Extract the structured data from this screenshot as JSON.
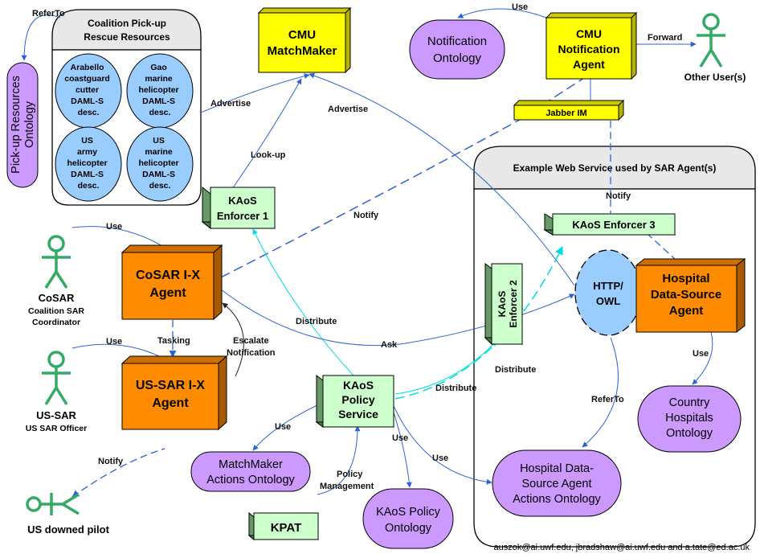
{
  "coalition_panel": {
    "title_line1": "Coalition Pick-up",
    "title_line2": "Rescue Resources",
    "resources": [
      {
        "lines": [
          "Arabello",
          "coastguard",
          "cutter",
          "DAML-S",
          "desc."
        ]
      },
      {
        "lines": [
          "Gao",
          "marine",
          "helicopter",
          "DAML-S",
          "desc."
        ]
      },
      {
        "lines": [
          "US",
          "army",
          "helicopter",
          "DAML-S",
          "desc."
        ]
      },
      {
        "lines": [
          "US",
          "marine",
          "helicopter",
          "DAML-S",
          "desc."
        ]
      }
    ]
  },
  "pickup_ontology": {
    "line1": "Pick-up Resources",
    "line2": "Ontology"
  },
  "matchmaker": {
    "line1": "CMU",
    "line2": "MatchMaker"
  },
  "notification_ontology": {
    "line1": "Notification",
    "line2": "Ontology"
  },
  "notification_agent": {
    "line1": "CMU",
    "line2": "Notification",
    "line3": "Agent"
  },
  "other_users": {
    "label": "Other User(s)"
  },
  "jabber": {
    "label": "Jabber IM"
  },
  "web_service_panel": {
    "title": "Example Web Service used by SAR Agent(s)"
  },
  "kaos_enforcer1": {
    "line1": "KAoS",
    "line2": "Enforcer 1"
  },
  "kaos_enforcer2": {
    "line1": "KAoS",
    "line2": "Enforcer 2"
  },
  "kaos_enforcer3": {
    "label": "KAoS Enforcer 3"
  },
  "http_owl": {
    "line1": "HTTP/",
    "line2": "OWL"
  },
  "hospital_agent": {
    "line1": "Hospital",
    "line2": "Data-Source",
    "line3": "Agent"
  },
  "country_hospitals": {
    "line1": "Country",
    "line2": "Hospitals",
    "line3": "Ontology"
  },
  "hospital_actions": {
    "line1": "Hospital Data-",
    "line2": "Source Agent",
    "line3": "Actions Ontology"
  },
  "cosar": {
    "name": "CoSAR",
    "role_line1": "Coalition SAR",
    "role_line2": "Coordinator"
  },
  "cosar_agent": {
    "line1": "CoSAR I-X",
    "line2": "Agent"
  },
  "ussar": {
    "name": "US-SAR",
    "role": "US SAR Officer"
  },
  "ussar_agent": {
    "line1": "US-SAR I-X",
    "line2": "Agent"
  },
  "downed_pilot": {
    "label": "US downed pilot"
  },
  "policy_service": {
    "line1": "KAoS",
    "line2": "Policy",
    "line3": "Service"
  },
  "matchmaker_actions": {
    "line1": "MatchMaker",
    "line2": "Actions Ontology"
  },
  "kpat": {
    "label": "KPAT"
  },
  "kaos_policy_ontology": {
    "line1": "KAoS Policy",
    "line2": "Ontology"
  },
  "edge_labels": {
    "refer_to_top": "ReferTo",
    "advertise1": "Advertise",
    "advertise2": "Advertise",
    "lookup": "Look-up",
    "use_notif": "Use",
    "forward": "Forward",
    "notify_cosar": "Notify",
    "notify_ws": "Notify",
    "use_cosar": "Use",
    "use_ussar": "Use",
    "tasking": "Tasking",
    "escalate_line1": "Escalate",
    "escalate_line2": "Notification",
    "distribute1": "Distribute",
    "distribute2": "Distribute",
    "distribute3": "Distribute",
    "ask": "Ask",
    "use_country": "Use",
    "refer_to_hospital": "ReferTo",
    "use_matchmaker_actions": "Use",
    "use_kaos_policy": "Use",
    "use_hospital_actions": "Use",
    "policy_line1": "Policy",
    "policy_line2": "Management",
    "notify_pilot": "Notify"
  },
  "footer": {
    "credits": "auszok@ai.uwf.edu, jbradshaw@ai.uwf.edu and a.tate@ed.ac.uk"
  },
  "colors": {
    "yellow": "#ffff00",
    "orange": "#ff8c00",
    "green_box": "#ccffcc",
    "blue_oval": "#99ccff",
    "purple": "#cc99ff",
    "stick": "#33aa66",
    "arrow_blue": "#2e63d8",
    "arrow_cyan": "#00dddd"
  }
}
